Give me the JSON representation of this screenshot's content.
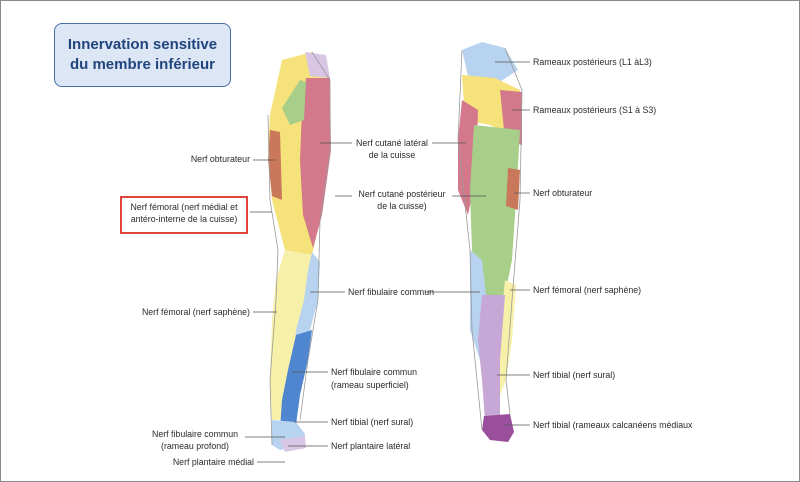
{
  "title": {
    "line1": "Innervation sensitive",
    "line2": "du membre inférieur"
  },
  "labels_front": {
    "obturateur": "Nerf obturateur",
    "femoral_medial_l1": "Nerf fémoral (nerf médial et",
    "femoral_medial_l2": "antéro-interne de la cuisse)",
    "femoral_saphene": "Nerf fémoral (nerf saphène)",
    "cutane_lateral_l1": "Nerf cutané latéral",
    "cutane_lateral_l2": "de la cuisse",
    "cutane_posterieur_l1": "Nerf cutané postérieur",
    "cutane_posterieur_l2": "de la cuisse)",
    "fibulaire_commun": "Nerf fibulaire commun",
    "fibulaire_superficiel_l1": "Nerf fibulaire commun",
    "fibulaire_superficiel_l2": "(rameau superficiel)",
    "tibial_sural": "Nerf tibial (nerf sural)",
    "fibulaire_profond_l1": "Nerf fibulaire commun",
    "fibulaire_profond_l2": "(rameau profond)",
    "plantaire_lateral": "Nerf plantaire latéral",
    "plantaire_medial": "Nerf plantaire médial"
  },
  "labels_back": {
    "rameaux_l1_l3": "Rameaux postérieurs (L1 àL3)",
    "rameaux_s1_s3": "Rameaux postérieurs (S1 à S3)",
    "obturateur": "Nerf obturateur",
    "femoral_saphene": "Nerf fémoral (nerf saphène)",
    "tibial_sural": "Nerf tibial (nerf sural)",
    "tibial_calcaneens": "Nerf tibial (rameaux calcanéens médiaux"
  },
  "colors": {
    "title_bg": "#dce6f4",
    "title_border": "#4a6fa5",
    "title_text": "#23457e",
    "highlight_border": "#e0453c",
    "femoral": "#f6e27a",
    "cutane_lateral": "#d4788c",
    "obturateur": "#c9785a",
    "cutane_posterieur": "#a8cf8a",
    "fibulaire": "#b7d3ef",
    "fibulaire_profond": "#4f86cf",
    "saphene": "#f7f0a8",
    "sural": "#c6a7d6",
    "calcaneen": "#9a4f9c",
    "rameaux_posterieurs": "#d8c6e4"
  }
}
